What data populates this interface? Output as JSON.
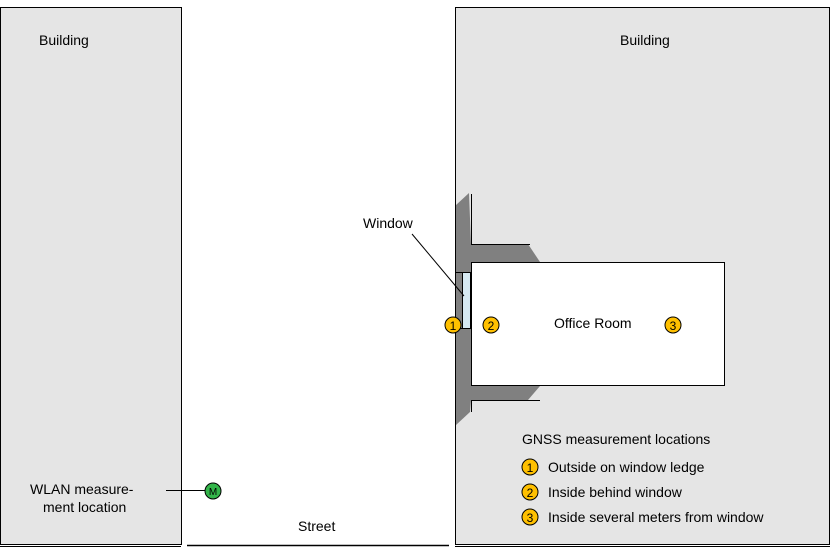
{
  "buildings": {
    "left_label": "Building",
    "right_label": "Building"
  },
  "street_label": "Street",
  "window_label": "Window",
  "office_label": "Office Room",
  "wlan": {
    "label_line1": "WLAN measure-",
    "label_line2": "ment location",
    "marker": "M"
  },
  "locations": [
    {
      "number": "1",
      "description": "Outside on window ledge"
    },
    {
      "number": "2",
      "description": "Inside behind window"
    },
    {
      "number": "3",
      "description": "Inside several meters from window"
    }
  ],
  "legend": {
    "title": "GNSS measurement locations"
  },
  "colors": {
    "building_fill": "#e5e5e5",
    "shadow": "#808080",
    "gnss_marker": "#ffc000",
    "wlan_marker": "#33b54a",
    "window_glass": "#d6e9f2"
  }
}
